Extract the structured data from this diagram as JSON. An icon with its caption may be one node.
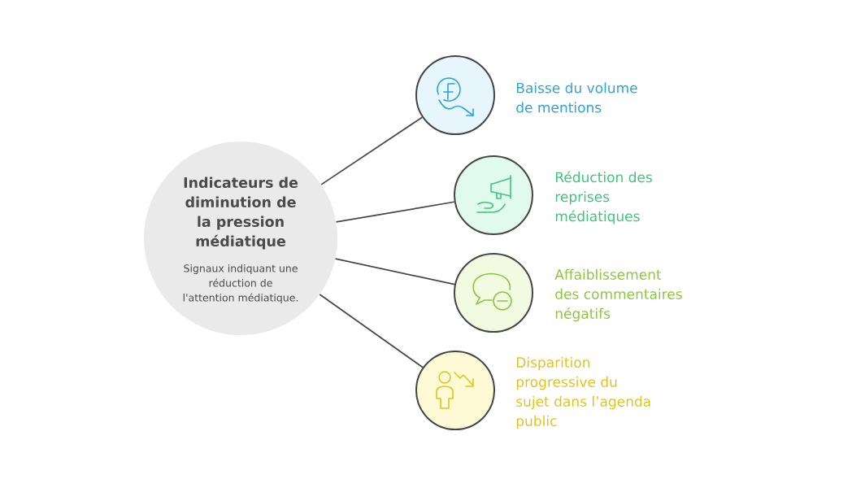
{
  "diagram": {
    "nodes": [
      {
        "text": [
          "Indicateurs de diminution de la pression médiatique",
          "Signaux indiquant une réduction de l'attention médiatique."
        ]
      },
      {
        "text": [],
        "shape": "circle",
        "beside": [
          "Baisse du volume de mentions"
        ]
      },
      {
        "text": [],
        "shape": "circle",
        "beside": [
          "Réduction des reprises médiatiques"
        ]
      },
      {
        "text": [],
        "shape": "circle",
        "beside": [
          "Affaiblissement des commentaires négatifs"
        ]
      },
      {
        "text": [],
        "shape": "circle",
        "beside": [
          "Disparition progressive du sujet dans l’agenda public"
        ]
      }
    ],
    "edges": [
      {
        "from": 0,
        "to": 1,
        "arrow": "none"
      },
      {
        "from": 0,
        "to": 2,
        "arrow": "none"
      },
      {
        "from": 0,
        "to": 3,
        "arrow": "none"
      },
      {
        "from": 0,
        "to": 4,
        "arrow": "none"
      }
    ]
  }
}
